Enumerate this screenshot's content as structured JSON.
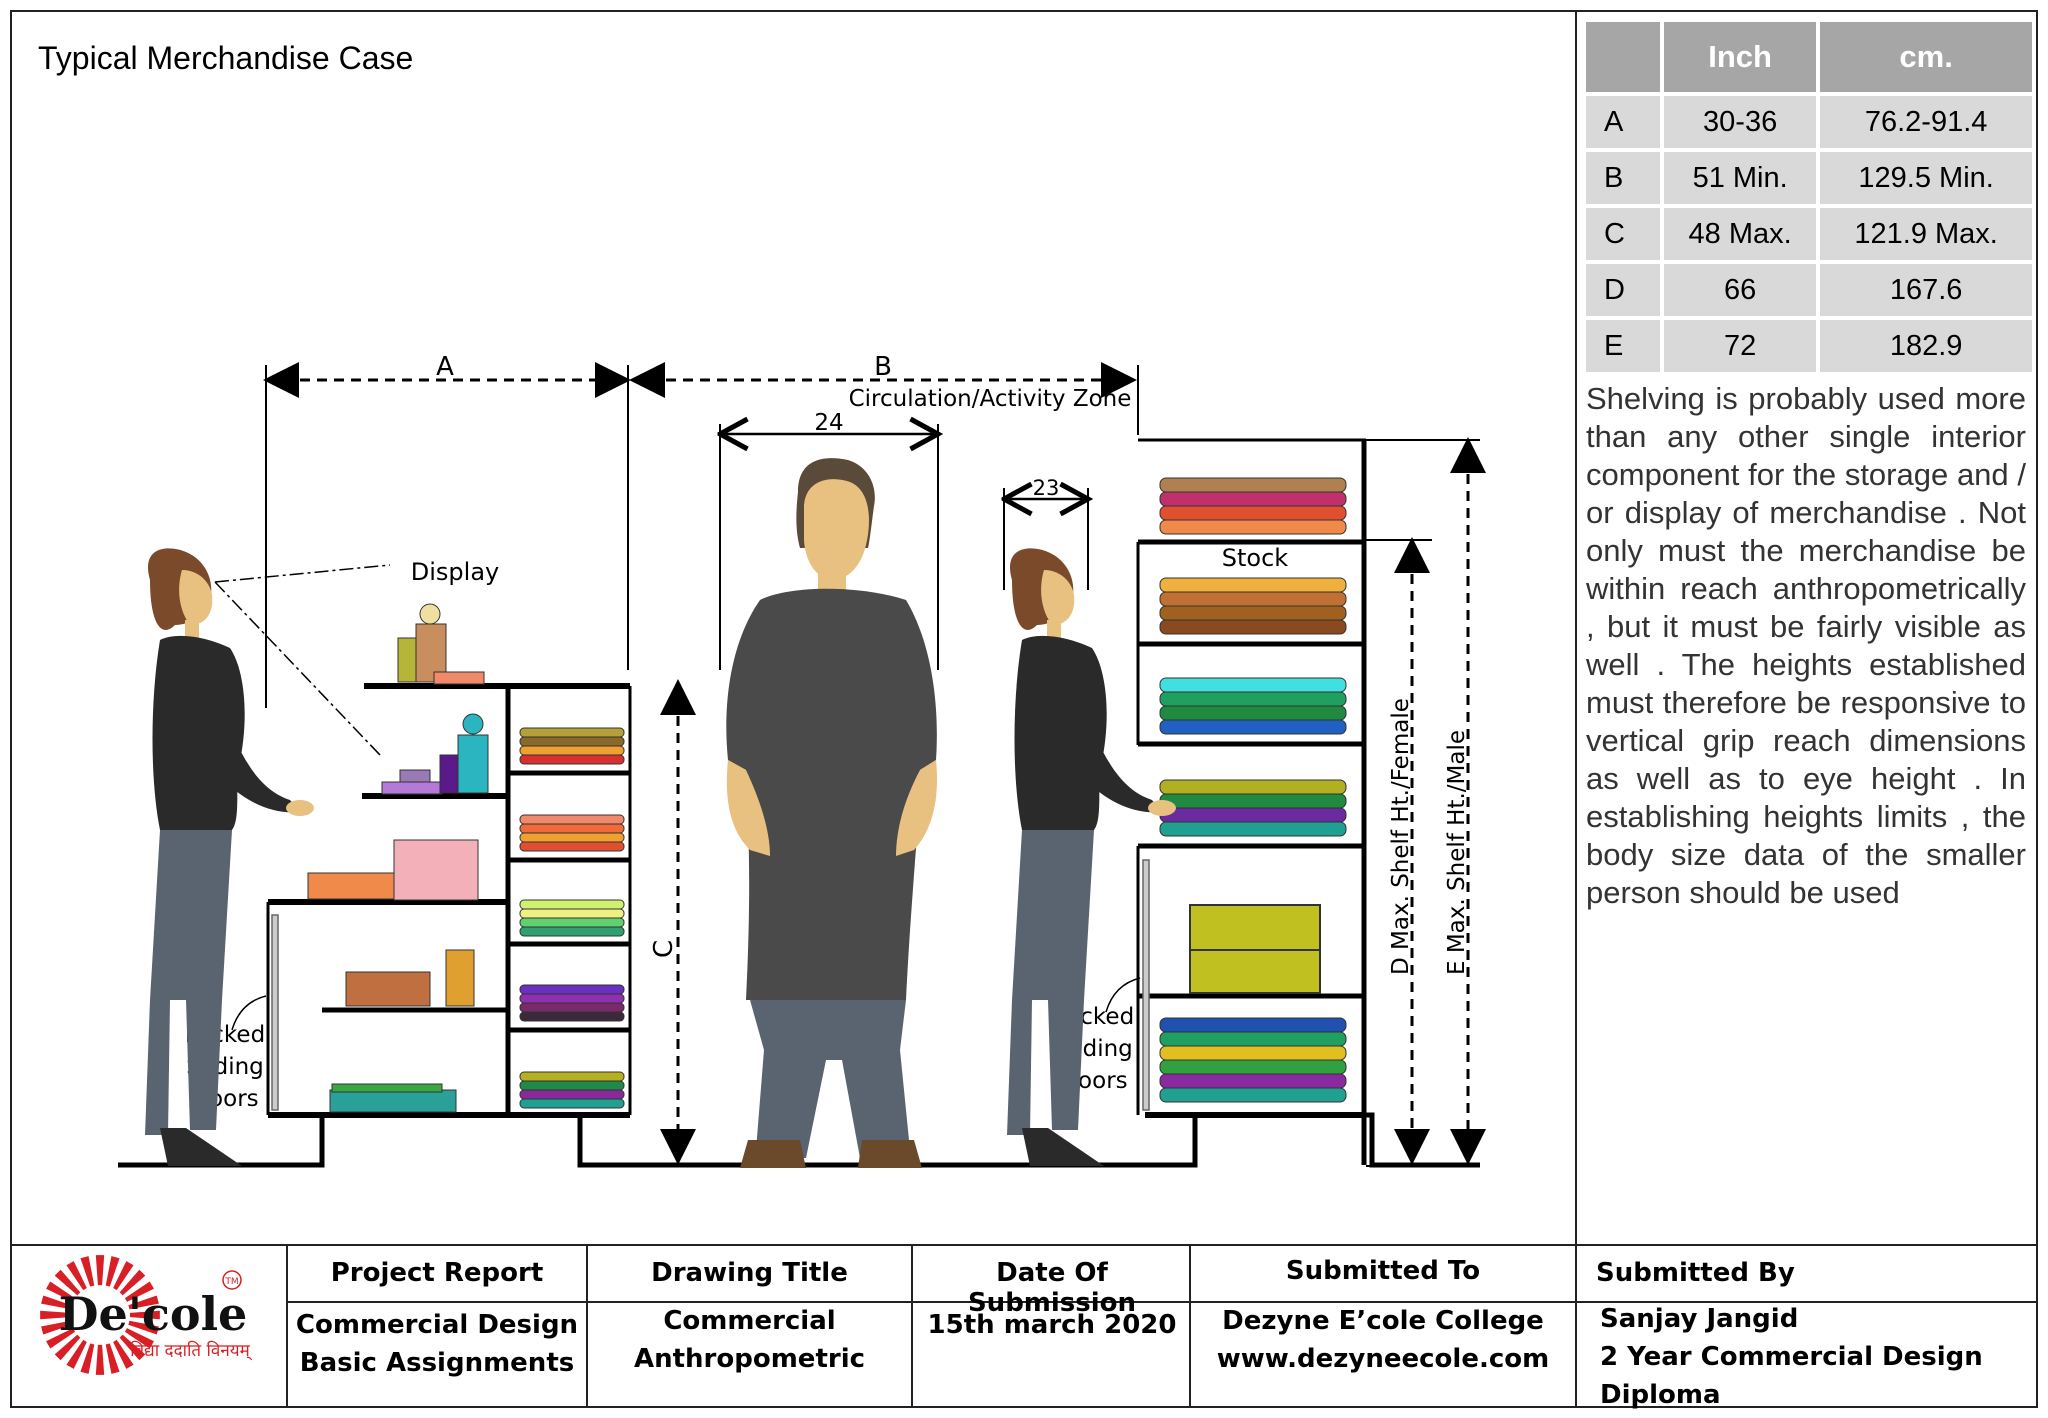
{
  "title": "Typical Merchandise Case",
  "table": {
    "headers": [
      "",
      "Inch",
      "cm."
    ],
    "rows": [
      {
        "key": "A",
        "inch": "30-36",
        "cm": "76.2-91.4"
      },
      {
        "key": "B",
        "inch": "51 Min.",
        "cm": "129.5 Min."
      },
      {
        "key": "C",
        "inch": "48 Max.",
        "cm": "121.9 Max."
      },
      {
        "key": "D",
        "inch": "66",
        "cm": "167.6"
      },
      {
        "key": "E",
        "inch": "72",
        "cm": "182.9"
      }
    ]
  },
  "description": "Shelving is probably used more than any other single interior component for the storage and / or display of merchandise . Not only must the merchandise be within reach anthropometrically , but it must be fairly visible as well . The heights established must therefore be responsive to vertical grip reach dimensions as well as to eye height . In establishing heights limits , the body size data of the smaller person should be used",
  "labels": {
    "a": "A",
    "b": "B",
    "circulation": "Circulation/Activity Zone",
    "w24": "24",
    "w23": "23",
    "display": "Display",
    "stock": "Stock",
    "c": "C",
    "d": "D  Max. Shelf Ht./Female",
    "e": "E  Max. Shelf Ht./Male",
    "locked1": [
      "Locked",
      "Sliding",
      "Doors"
    ],
    "locked2": [
      "Locked",
      "Sliding",
      "Doors"
    ]
  },
  "footer": {
    "logo_text": "De'cole",
    "logo_tagline": "विद्या ददाति विनयम्",
    "logo_tm": "TM",
    "project_report_label": "Project Report",
    "project_report_value": [
      "Commercial Design",
      "Basic Assignments"
    ],
    "drawing_title_label": "Drawing Title",
    "drawing_title_value": [
      "Commercial",
      "Anthropometric"
    ],
    "date_label": "Date Of Submission",
    "date_value": "15th march 2020",
    "submitted_to_label": "Submitted To",
    "submitted_to_value": [
      "Dezyne E’cole College",
      "www.dezyneecole.com"
    ],
    "submitted_by_label": "Submitted By",
    "submitted_by_value": [
      "Sanjay Jangid",
      "2 Year Commercial Design",
      "Diploma"
    ]
  },
  "colors": {
    "shirt": "#4a4a4a",
    "pants": "#5a6470",
    "skin": "#e8c080",
    "hair": "#7a4a2a",
    "logo_red": "#d81f26"
  }
}
